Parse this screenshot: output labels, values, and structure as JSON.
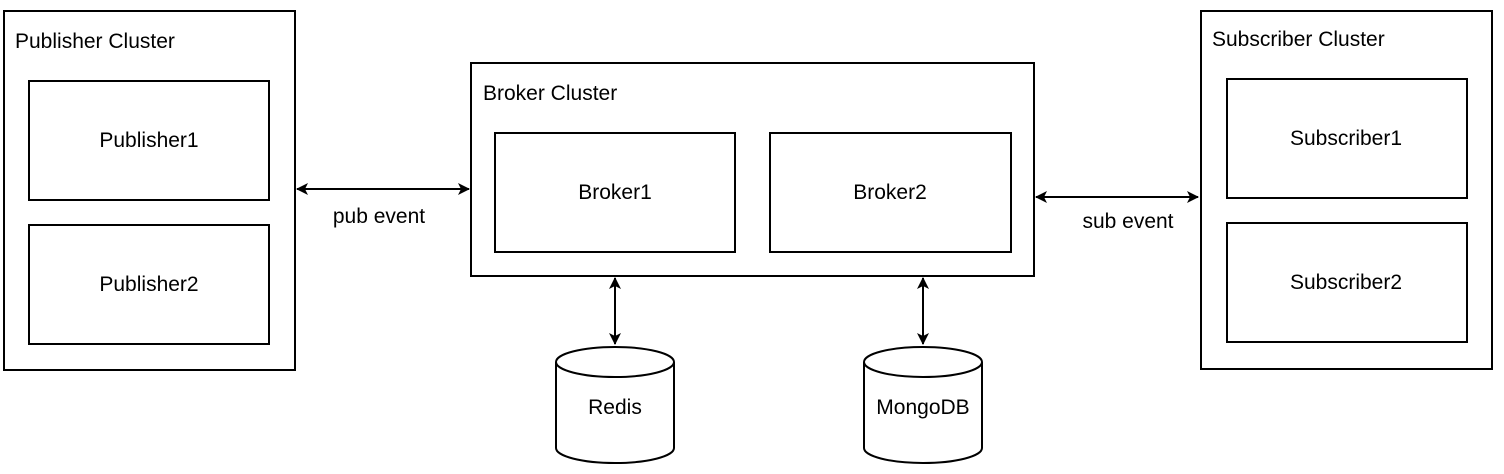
{
  "colors": {
    "stroke": "#000000",
    "fill": "#ffffff",
    "text": "#000000"
  },
  "clusters": {
    "publisher": {
      "title": "Publisher Cluster",
      "nodes": [
        "Publisher1",
        "Publisher2"
      ]
    },
    "broker": {
      "title": "Broker Cluster",
      "nodes": [
        "Broker1",
        "Broker2"
      ]
    },
    "subscriber": {
      "title": "Subscriber Cluster",
      "nodes": [
        "Subscriber1",
        "Subscriber2"
      ]
    }
  },
  "edges": {
    "pub_event": "pub event",
    "sub_event": "sub event"
  },
  "stores": {
    "redis": "Redis",
    "mongodb": "MongoDB"
  }
}
